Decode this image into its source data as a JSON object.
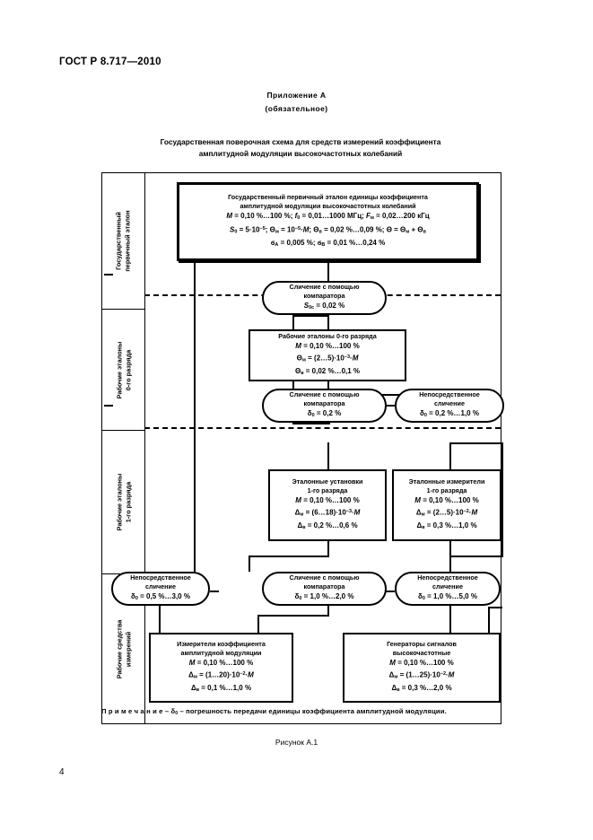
{
  "document": {
    "standard_number": "ГОСТ Р 8.717—2010",
    "page_number": "4",
    "appendix_label": "Приложение А",
    "appendix_kind": "(обязательное)",
    "figure_title_line1": "Государственная поверочная схема для средств измерений коэффициента",
    "figure_title_line2": "амплитудной модуляции высокочастотных колебаний",
    "note": "П р и м е ч а н и е – δ0 – погрешность передачи единицы коэффициента амплитудной модуляции.",
    "figure_caption": "Рисунок А.1"
  },
  "bands": [
    {
      "id": "state-standard",
      "line1": "Государственный",
      "line2": "первичный эталон"
    },
    {
      "id": "working-standards-0",
      "line1": "Рабочие эталоны",
      "line2": "0-го разряда"
    },
    {
      "id": "working-standards-1",
      "line1": "Рабочие эталоны",
      "line2": "1-го разряда"
    },
    {
      "id": "measuring-instruments",
      "line1": "Рабочие средства",
      "line2": "измерений"
    }
  ],
  "nodes": {
    "primary_standard": {
      "title_line1": "Государственный первичный эталон единицы коэффициента",
      "title_line2": "амплитудной модуляции высокочастотных колебаний",
      "formula1": "M = 0,10 %…100 %; f0 = 0,01…1000 МГц; Fм = 0,02…200 кГц",
      "formula2": "S0 = 5·10-5; Θм = 10-5·M; Θв = 0,02 %…0,09 %; Θ = Θм + Θв",
      "formula3": "ϭA = 0,005 %; ϭB = 0,01 %…0,24 %"
    },
    "comparison_1": {
      "line1": "Сличение с помощью",
      "line2": "компаратора",
      "formula": "S0с = 0,02 %"
    },
    "standards_0": {
      "title": "Рабочие эталоны 0-го разряда",
      "formula1": "M = 0,10 %…100 %",
      "formula2": "Θм = (2…5)·10-3·M",
      "formula3": "Θв = 0,02 %…0,1 %"
    },
    "comparison_2": {
      "line1": "Сличение с помощью",
      "line2": "компаратора",
      "formula": "δ0 = 0,2 %"
    },
    "direct_comparison_1": {
      "line1": "Непосредственное",
      "line2": "сличение",
      "formula": "δ0 = 0,2 %…1,0 %"
    },
    "reference_setups_1": {
      "title_line1": "Эталонные установки",
      "title_line2": "1-го разряда",
      "formula1": "M = 0,10 %…100 %",
      "formula2": "Δм = (6…18)·10-3·M",
      "formula3": "Δв = 0,2 %…0,6 %"
    },
    "reference_meters_1": {
      "title_line1": "Эталонные измерители",
      "title_line2": "1-го разряда",
      "formula1": "M = 0,10 %…100 %",
      "formula2": "Δм = (2…5)·10-2·M",
      "formula3": "Δв = 0,3 %…1,0 %"
    },
    "direct_comparison_2": {
      "line1": "Непосредственное",
      "line2": "сличение",
      "formula": "δ0 = 0,5 %…3,0 %"
    },
    "comparison_3": {
      "line1": "Сличение с помощью",
      "line2": "компаратора",
      "formula": "δ0 = 1,0 %…2,0 %"
    },
    "direct_comparison_3": {
      "line1": "Непосредственное",
      "line2": "сличение",
      "formula": "δ0 = 1,0 %…5,0 %"
    },
    "am_meters": {
      "title_line1": "Измерители коэффициента",
      "title_line2": "амплитудной модуляции",
      "formula1": "M = 0,10 %…100 %",
      "formula2": "Δм = (1…20)·10-2·M",
      "formula3": "Δв = 0,1 %…1,0 %"
    },
    "hf_generators": {
      "title_line1": "Генераторы сигналов",
      "title_line2": "высокочастотные",
      "formula1": "M = 0,10 %…100 %",
      "formula2": "Δм = (1…25)·10-2·M",
      "formula3": "Δв = 0,3 %…2,0 %"
    }
  }
}
